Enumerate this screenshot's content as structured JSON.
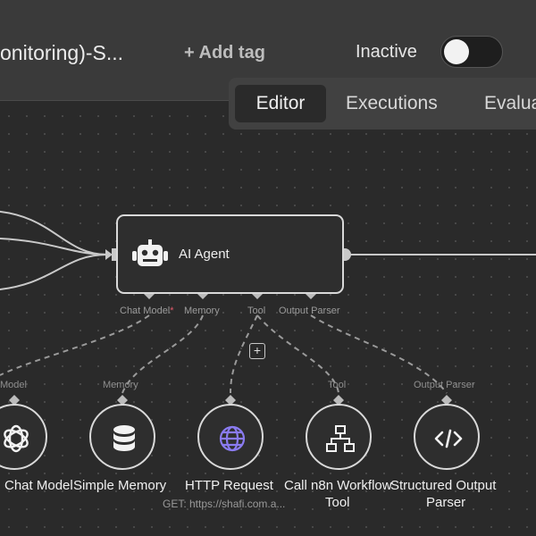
{
  "header": {
    "workflow_title": "onitoring)-S...",
    "add_tag": "+ Add tag",
    "status_label": "Inactive"
  },
  "tabs": [
    {
      "label": "Editor",
      "active": true
    },
    {
      "label": "Executions",
      "active": false
    },
    {
      "label": "Evalua",
      "active": false
    }
  ],
  "agent_node": {
    "name": "AI Agent",
    "icon": "robot-icon",
    "ports": [
      "Chat Model",
      "Memory",
      "Tool",
      "Output Parser"
    ],
    "required_mark": "*"
  },
  "sub_nodes": [
    {
      "port_label": "Model",
      "name": "Chat Model",
      "icon": "openai-icon"
    },
    {
      "port_label": "Memory",
      "name": "Simple Memory",
      "icon": "database-icon"
    },
    {
      "port_label": "",
      "name": "HTTP Request",
      "subtitle": "GET: https://shafi.com.a...",
      "icon": "globe-icon"
    },
    {
      "port_label": "Tool",
      "name": "Call n8n Workflow Tool",
      "name_line1": "Call n8n Workflow",
      "name_line2": "Tool",
      "icon": "sitemap-icon"
    },
    {
      "port_label": "Output Parser",
      "name": "Structured Output Parser",
      "name_line1": "Structured Output",
      "name_line2": "Parser",
      "icon": "code-icon"
    }
  ],
  "add_button": "+",
  "colors": {
    "canvas_bg": "#2a2a2a",
    "header_bg": "#3a3a3a",
    "node_border": "#d9d9d9",
    "required": "#e0596a"
  }
}
